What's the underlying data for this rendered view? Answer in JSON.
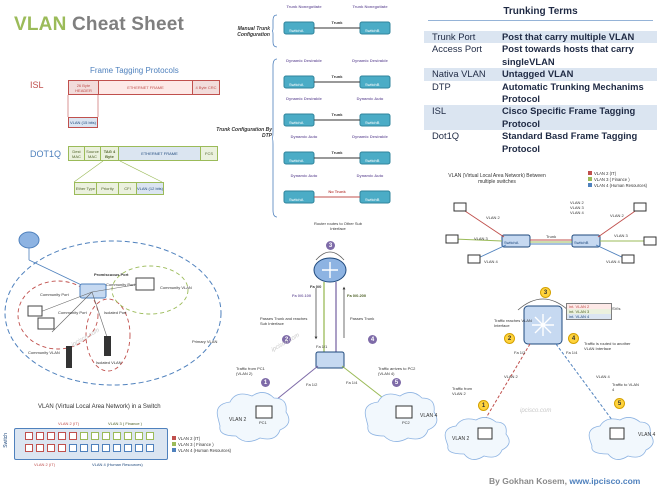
{
  "title": {
    "part1": "VLAN",
    "part2": " Cheat Sheet"
  },
  "tagging": {
    "heading": "Frame Tagging Protocols",
    "isl_label": "ISL",
    "isl_cells": [
      "26 Byte HEADER",
      "ETHERNET FRAME",
      "4 Byte CRC"
    ],
    "isl_vlan": "VLAN (15 bits)",
    "dot1q_label": "DOT1Q",
    "dot1q_cells": [
      "Dest MAC",
      "Source MAC",
      "TAG 4 Byte",
      "ETHERNET FRAME",
      "FCS"
    ],
    "dot1q_tag": [
      "Ether Type",
      "Priority",
      "CFI",
      "VLAN (12 bits)"
    ]
  },
  "trunk_modes": {
    "manual_label": "Manual Trunk Configuration",
    "dtp_label": "Trunk Configuration By DTP",
    "rows": [
      {
        "left": "Trunk Nonegotiate",
        "right": "Trunk Nonegotiate",
        "result": "Trunk"
      },
      {
        "left": "Dynamic Desirable",
        "right": "Dynamic Desirable",
        "result": "Trunk"
      },
      {
        "left": "Dynamic Desirable",
        "right": "Dynamic Auto",
        "result": "Trunk"
      },
      {
        "left": "Dynamic Auto",
        "right": "Dynamic Desirable",
        "result": "Trunk"
      },
      {
        "left": "Dynamic Auto",
        "right": "Dynamic Auto",
        "result": "No Trunk"
      }
    ],
    "switch_a": "SwitchA",
    "switch_b": "SwitchB"
  },
  "trunking_terms": {
    "heading": "Trunking Terms",
    "rows": [
      {
        "term": "Trunk Port",
        "desc": "Post that carry multiple VLAN"
      },
      {
        "term": "Access Port",
        "desc": "Post towards hosts that carry singleVLAN"
      },
      {
        "term": "Nativa VLAN",
        "desc": "Untagged VLAN"
      },
      {
        "term": "DTP",
        "desc": "Automatic Trunking Mechanims Protocol"
      },
      {
        "term": "ISL",
        "desc": "Cisco Specific Frame Tagging Protocol"
      },
      {
        "term": "Dot1Q",
        "desc": "Standard Basd Frame Tagging Protocol"
      }
    ]
  },
  "pvlan": {
    "promiscuous": "Promiscuous Port",
    "community_port_left": "Community Port",
    "community_port_right": "Community Port",
    "community_vlan_right": "Community VLAN",
    "community_port_bottom": "Community Port",
    "isolated_port": "Isolated Port",
    "community_vlan_left": "Community VLAN",
    "isolated_vlan": "Isolated VLAN",
    "primary_vlan": "Primary VLAN"
  },
  "vlan_switch": {
    "title": "VLAN (Virtual Local Area Network) in a Switch",
    "switch_label": "Switch",
    "top_labels": [
      "VLAN 2 (IT)",
      "VLAN 3 ( Finance )"
    ],
    "bottom_labels": [
      "VLAN 2 (IT)",
      "VLAN 4 (Human Resources)"
    ],
    "legend": [
      "VLAN 2 (IT)",
      "VLAN 3 ( Finance )",
      "VLAN 4 (Human Resources)"
    ]
  },
  "router_on_stick": {
    "router_caption": "Router routes to Other Sub Interface",
    "fa00": "Fa 0/0",
    "fa00_100": "Fa 0/0.100",
    "fa00_200": "Fa 0/0.200",
    "step2_text": "Passes Trunk and reaches Sub Interface",
    "step4_text": "Passes Trunk",
    "fa11": "Fa 1/1",
    "fa12": "Fa 1/2",
    "fa14": "Fa 1/4",
    "step1_text": "Traffic from PC1 (VLAN 2)",
    "step5_text": "Traffic arrives to PC2 (VLAN 4)",
    "cloud_left": "VLAN 2",
    "cloud_right": "VLAN 4",
    "pc_left": "PC1",
    "pc_right": "PC2",
    "steps": [
      "1",
      "2",
      "3",
      "4",
      "5"
    ]
  },
  "multi_switch": {
    "title": "VLAN (Virtual Local Area Network) Between multiple switches",
    "legend": [
      "VLAN 2 (IT)",
      "VLAN 3 ( Finance )",
      "VLAN 4 (Human Resources)"
    ],
    "vlan_labels": [
      "VLAN 2",
      "VLAN 3",
      "VLAN 4",
      "VLAN 2",
      "VLAN 3",
      "VLAN 4"
    ],
    "trunk_tags": [
      "VLAN 2",
      "VLAN 3",
      "VLAN 4"
    ],
    "trunk_label": "Trunk",
    "switch_a": "SwitchA",
    "switch_b": "SwitchB"
  },
  "l3_switch": {
    "svis": "SVIs",
    "interfaces": [
      "int. VLAN 2",
      "int. VLAN 3",
      "int. VLAN 4"
    ],
    "step2_text": "Traffic reaches VLAN Interface",
    "step4_text": "Traffic is routed to another VLAN Interface",
    "fa12": "Fa 1/2",
    "fa14": "Fa 1/4",
    "link_left": "VLAN 2",
    "link_right": "VLAN 4",
    "step1_text": "Traffic from VLAN 2",
    "step5_text": "Traffic to VLAN 4",
    "cloud_left": "VLAN 2",
    "cloud_right": "VLAN 4",
    "steps": [
      "1",
      "2",
      "3",
      "4",
      "5"
    ]
  },
  "watermark": "ipcisco.com",
  "footer": {
    "by": "By Gokhan Kosem, ",
    "url": "www.ipcisco.com"
  },
  "colors": {
    "accent": "#4f81bd",
    "vlan2": "#c0504d",
    "vlan3": "#9bbb59",
    "vlan4": "#4f81bd"
  }
}
